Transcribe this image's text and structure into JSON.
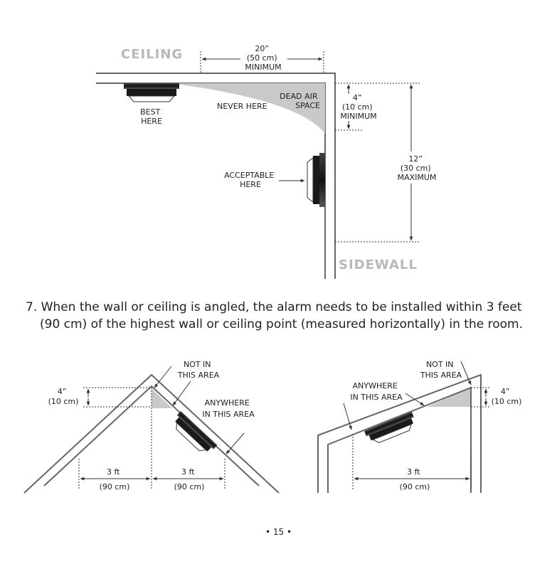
{
  "top_diagram": {
    "ceiling_label": "CEILING",
    "sidewall_label": "SIDEWALL",
    "min_distance": [
      "20”",
      "(50 cm)",
      "MINIMUM"
    ],
    "best_here": [
      "BEST",
      "HERE"
    ],
    "never_here": "NEVER HERE",
    "dead_air": [
      "DEAD AIR",
      "SPACE"
    ],
    "wall_min": [
      "4”",
      "(10 cm)",
      "MINIMUM"
    ],
    "wall_max": [
      "12”",
      "(30 cm)",
      "MAXIMUM"
    ],
    "acceptable_here": [
      "ACCEPTABLE",
      "HERE"
    ]
  },
  "instruction": {
    "line1": "7. When the wall or ceiling is angled, the alarm needs to be installed within 3 feet",
    "line2": "(90 cm) of the highest wall or ceiling point (measured horizontally) in the room."
  },
  "left_diagram": {
    "not_in": [
      "NOT  IN",
      "THIS AREA"
    ],
    "anywhere": [
      "ANYWHERE",
      "IN THIS AREA"
    ],
    "depth": [
      "4”",
      "(10 cm)"
    ],
    "left_span": [
      "3 ft",
      "(90 cm)"
    ],
    "right_span": [
      "3 ft",
      "(90 cm)"
    ]
  },
  "right_diagram": {
    "not_in": [
      "NOT  IN",
      "THIS AREA"
    ],
    "anywhere": [
      "ANYWHERE",
      "IN THIS AREA"
    ],
    "depth": [
      "4”",
      "(10 cm)"
    ],
    "span": [
      "3 ft",
      "(90 cm)"
    ]
  },
  "page_number": "• 15 •"
}
